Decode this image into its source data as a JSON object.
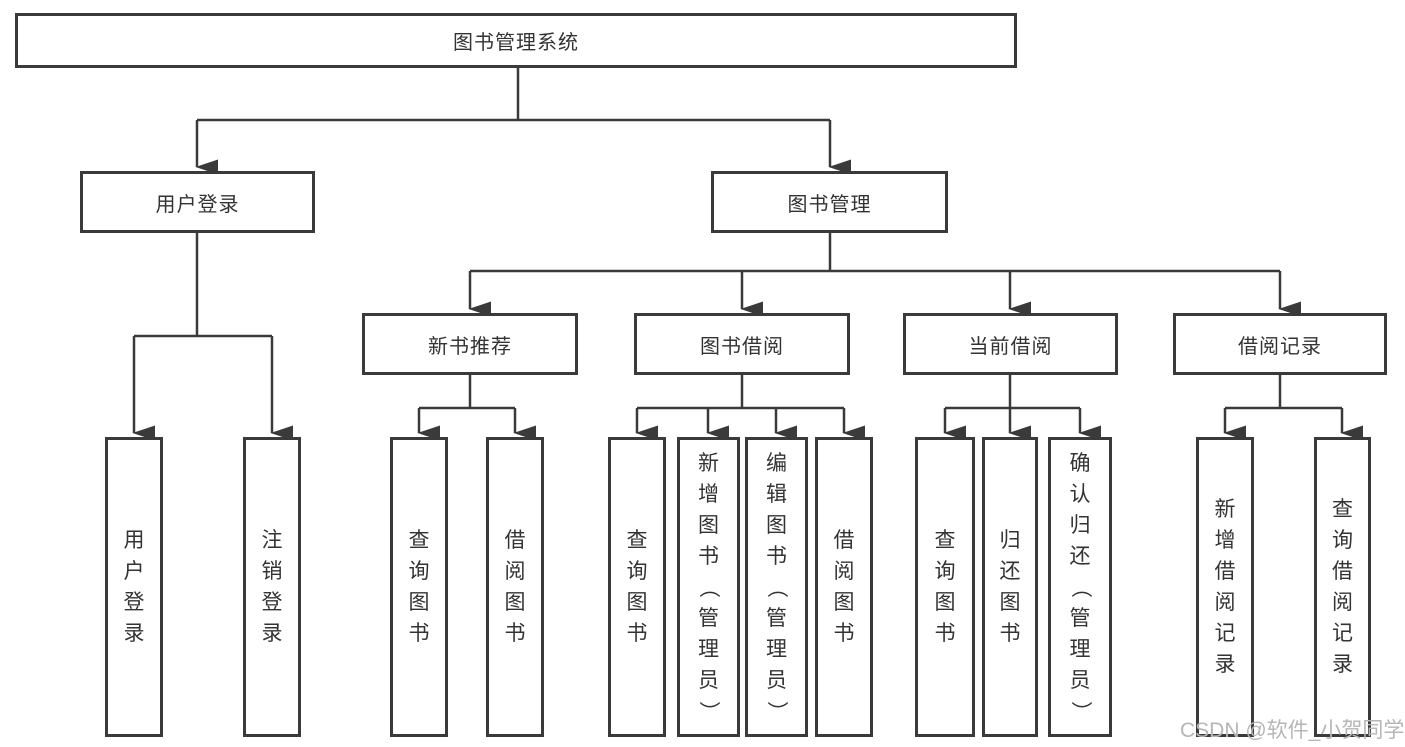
{
  "tree": {
    "root": "图书管理系统",
    "user_login": {
      "label": "用户登录",
      "children": [
        "用户登录",
        "注销登录"
      ]
    },
    "book_management": {
      "label": "图书管理",
      "sections": [
        {
          "label": "新书推荐",
          "children": [
            "查询图书",
            "借阅图书"
          ]
        },
        {
          "label": "图书借阅",
          "children": [
            "查询图书",
            "新增图书（管理员）",
            "编辑图书（管理员）",
            "借阅图书"
          ]
        },
        {
          "label": "当前借阅",
          "children": [
            "查询图书",
            "归还图书",
            "确认归还（管理员）"
          ]
        },
        {
          "label": "借阅记录",
          "children": [
            "新增借阅记录",
            "查询借阅记录"
          ]
        }
      ]
    }
  },
  "watermark": "CSDN @软件_小贺同学",
  "colors": {
    "line": "#3a3a3a",
    "text": "#333333",
    "background": "#ffffff",
    "watermark": "#b6b6b6"
  }
}
